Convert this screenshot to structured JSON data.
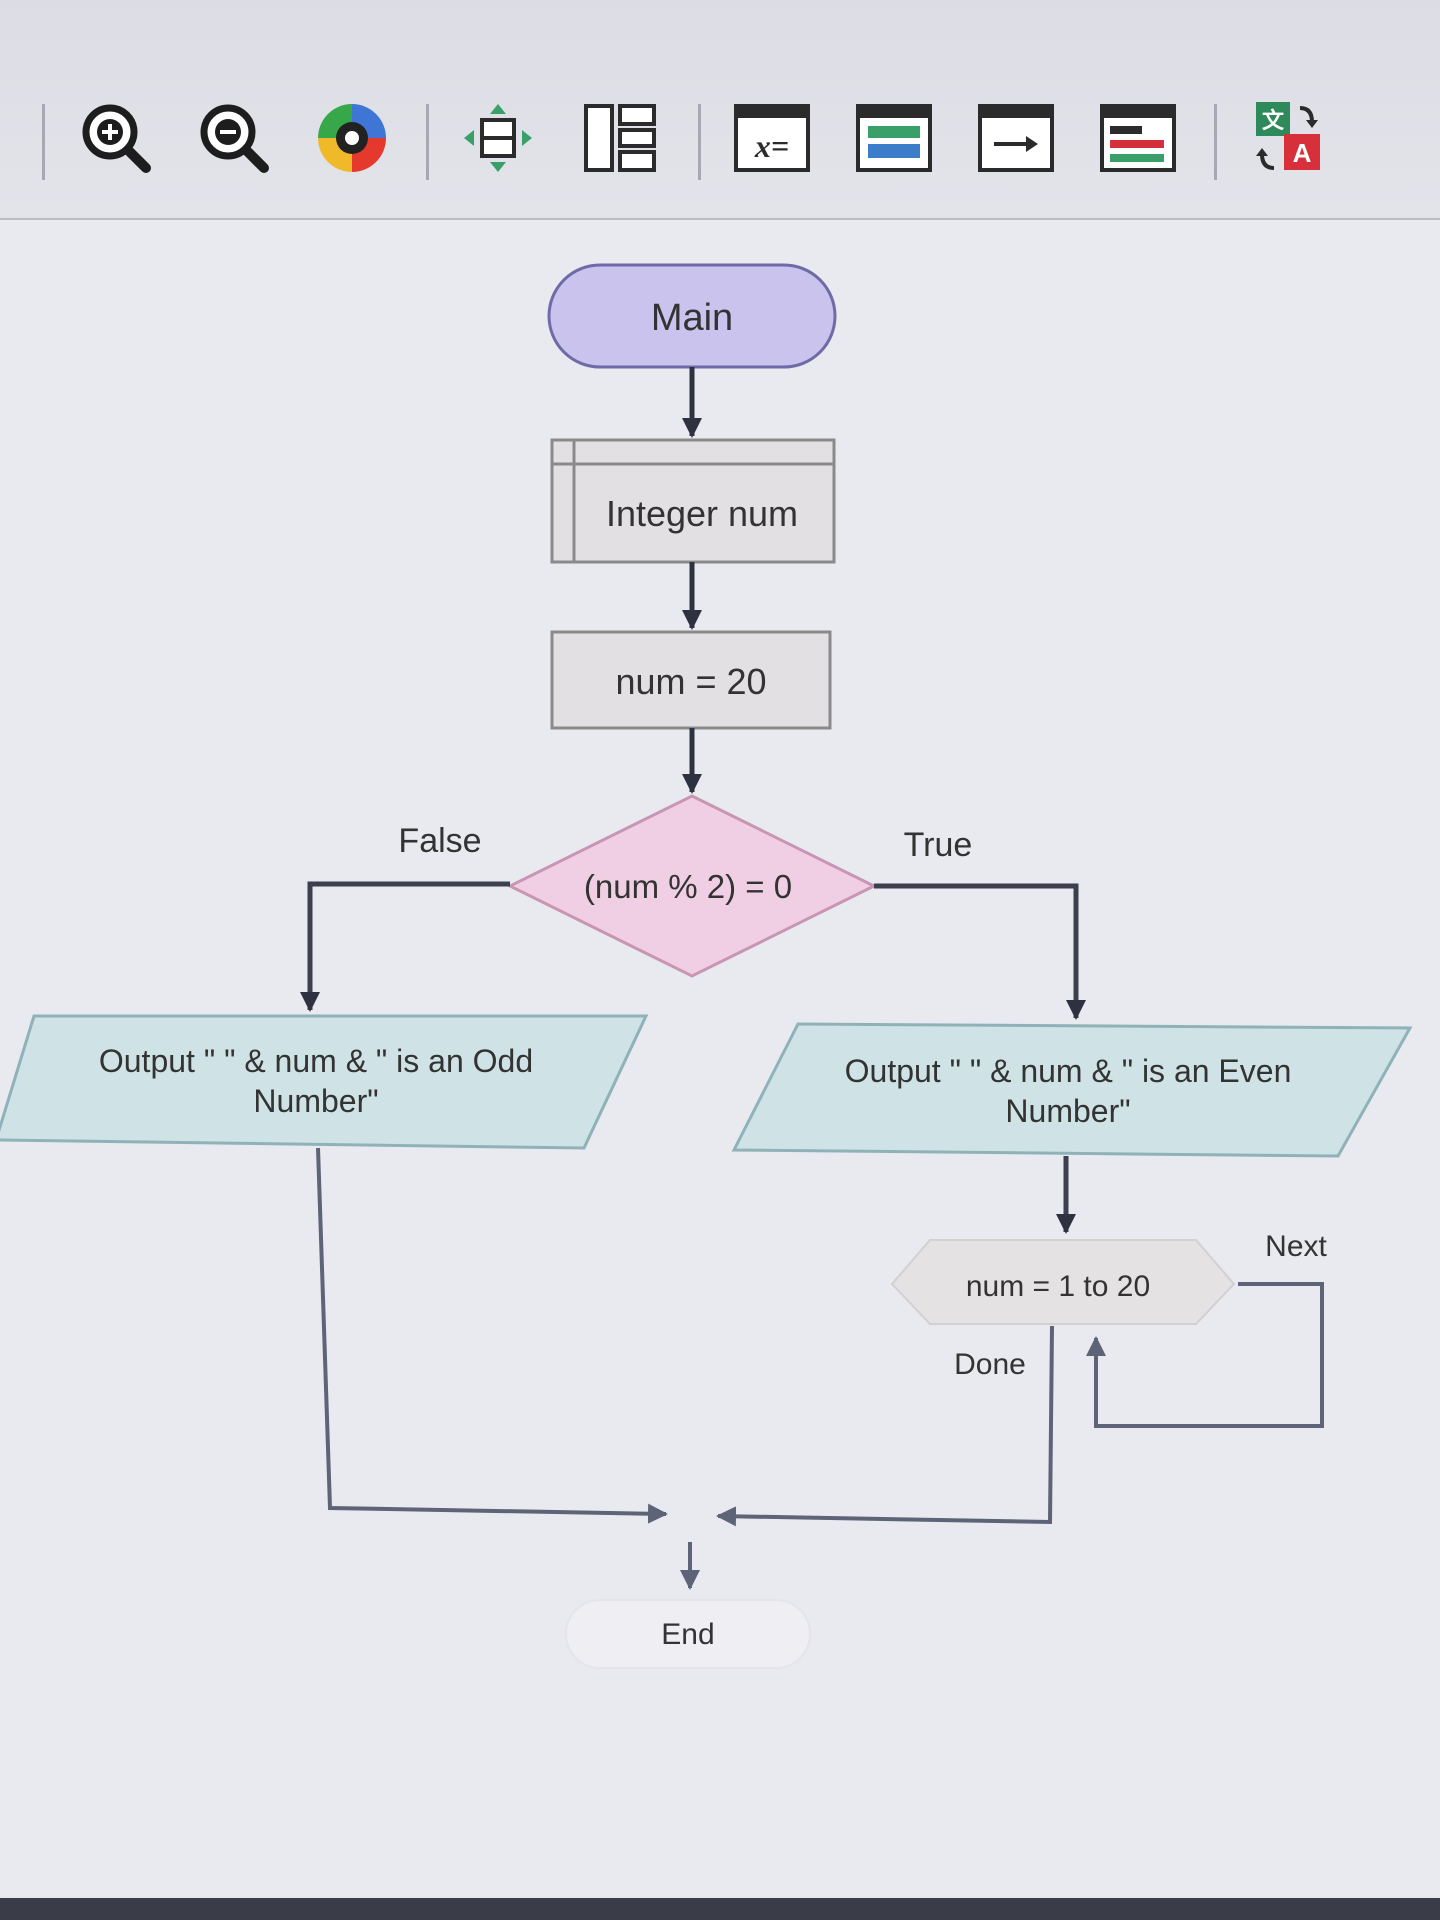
{
  "toolbar": {
    "buttons": [
      {
        "name": "zoom-in-button",
        "icon": "zoom-in-icon"
      },
      {
        "name": "zoom-out-button",
        "icon": "zoom-out-icon"
      },
      {
        "name": "color-button",
        "icon": "color-wheel-icon"
      },
      {
        "name": "pan-button",
        "icon": "pan-icon"
      },
      {
        "name": "layout-button",
        "icon": "layout-icon"
      },
      {
        "name": "variables-button",
        "icon": "variables-icon"
      },
      {
        "name": "watch-button",
        "icon": "watch-icon"
      },
      {
        "name": "step-button",
        "icon": "step-icon"
      },
      {
        "name": "console-button",
        "icon": "console-icon"
      },
      {
        "name": "translate-button",
        "icon": "translate-icon"
      }
    ],
    "translate_glyph": "A",
    "variables_glyph": "x="
  },
  "flowchart": {
    "start_label": "Main",
    "declare_label": "Integer num",
    "assign_label": "num = 20",
    "decision_label": "(num % 2) = 0",
    "false_label": "False",
    "true_label": "True",
    "output_odd_line1": "Output \" \" & num & \" is an Odd",
    "output_odd_line2": "Number\"",
    "output_even_line1": "Output \" \" & num & \" is an Even",
    "output_even_line2": "Number\"",
    "loop_label": "num = 1 to 20",
    "next_label": "Next",
    "done_label": "Done",
    "end_label": "End"
  },
  "colors": {
    "start_fill": "#c9c3ee",
    "start_stroke": "#6f6aa8",
    "box_fill": "#e3e0e4",
    "box_stroke": "#8a8a8a",
    "decision_fill": "#f0cfe4",
    "decision_stroke": "#c895b4",
    "output_fill": "#cfe3e6",
    "output_stroke": "#8fb2b8",
    "loop_fill": "#e4e2e2",
    "line": "#3c3f4e",
    "connector": "#5d6477"
  }
}
